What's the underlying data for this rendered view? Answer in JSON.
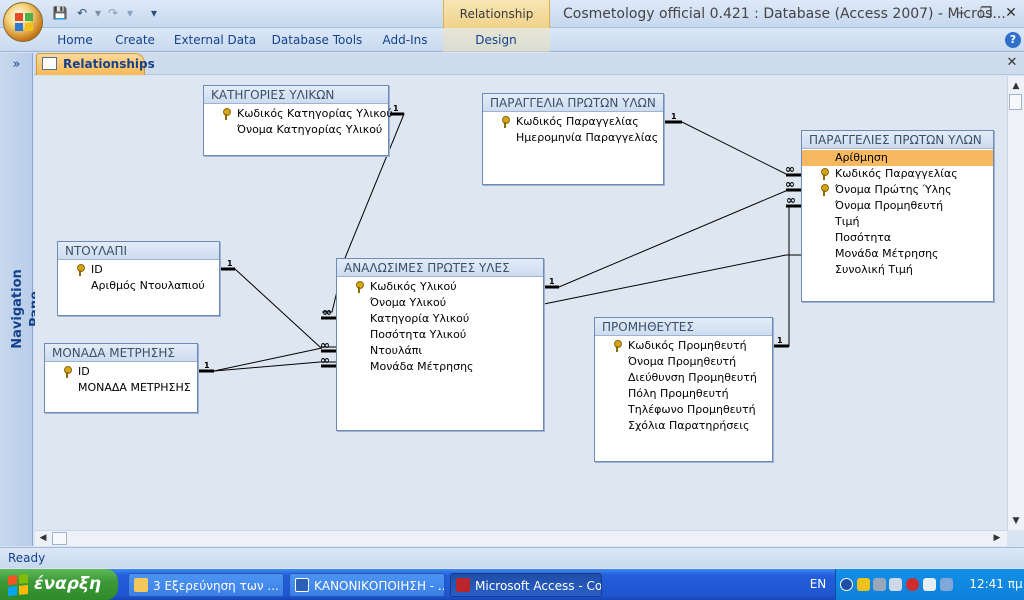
{
  "window": {
    "title": "Cosmetology official 0.421 : Database (Access 2007) - Micros...",
    "context_tab": "Relationship Tools",
    "controls": {
      "minimize": "–",
      "restore": "❐",
      "close": "✕"
    }
  },
  "quick_access": {
    "save": "💾",
    "undo": "↶",
    "redo": "↷",
    "customize": "▾"
  },
  "ribbon": {
    "tabs": [
      "Home",
      "Create",
      "External Data",
      "Database Tools",
      "Add-Ins",
      "Design"
    ],
    "help": "?"
  },
  "navigation_pane": {
    "label": "Navigation Pane",
    "toggle": "»"
  },
  "document": {
    "tab_label": "Relationships",
    "close": "✕"
  },
  "tables": [
    {
      "id": "kat",
      "title": "ΚΑΤΗΓΟΡΙΕΣ ΥΛΙΚΩΝ",
      "fields": [
        {
          "name": "Κωδικός Κατηγορίας Υλικού",
          "key": true
        },
        {
          "name": "Όνομα Κατηγορίας Υλικού",
          "key": false
        }
      ]
    },
    {
      "id": "par1",
      "title": "ΠΑΡΑΓΓΕΛΙΑ ΠΡΩΤΩΝ ΥΛΩΝ",
      "fields": [
        {
          "name": "Κωδικός Παραγγελίας",
          "key": true
        },
        {
          "name": "Ημερομηνία Παραγγελίας",
          "key": false
        }
      ]
    },
    {
      "id": "par2",
      "title": "ΠΑΡΑΓΓΕΛΙΕΣ ΠΡΩΤΩΝ ΥΛΩΝ",
      "fields": [
        {
          "name": "Αρίθμηση",
          "key": false,
          "highlight": true
        },
        {
          "name": "Κωδικός Παραγγελίας",
          "key": true
        },
        {
          "name": "Όνομα Πρώτης Ύλης",
          "key": true
        },
        {
          "name": "Όνομα Προμηθευτή",
          "key": false
        },
        {
          "name": "Τιμή",
          "key": false
        },
        {
          "name": "Ποσότητα",
          "key": false
        },
        {
          "name": "Μονάδα Μέτρησης",
          "key": false
        },
        {
          "name": "Συνολική Τιμή",
          "key": false
        }
      ]
    },
    {
      "id": "ntou",
      "title": "ΝΤΟΥΛΑΠΙ",
      "fields": [
        {
          "name": "ID",
          "key": true
        },
        {
          "name": "Αριθμός Ντουλαπιού",
          "key": false
        }
      ]
    },
    {
      "id": "anal",
      "title": "ΑΝΑΛΩΣΙΜΕΣ ΠΡΩΤΕΣ ΥΛΕΣ",
      "fields": [
        {
          "name": "Κωδικός Υλικού",
          "key": true
        },
        {
          "name": "Όνομα Υλικού",
          "key": false
        },
        {
          "name": "Κατηγορία Υλικού",
          "key": false
        },
        {
          "name": "Ποσότητα Υλικού",
          "key": false
        },
        {
          "name": "Ντουλάπι",
          "key": false
        },
        {
          "name": "Μονάδα Μέτρησης",
          "key": false
        }
      ]
    },
    {
      "id": "mon",
      "title": "ΜΟΝΑΔΑ ΜΕΤΡΗΣΗΣ",
      "fields": [
        {
          "name": "ID",
          "key": true
        },
        {
          "name": "ΜΟΝΑΔΑ ΜΕΤΡΗΣΗΣ",
          "key": false
        }
      ]
    },
    {
      "id": "prom",
      "title": "ΠΡΟΜΗΘΕΥΤΕΣ",
      "fields": [
        {
          "name": "Κωδικός Προμηθευτή",
          "key": true
        },
        {
          "name": "Όνομα Προμηθευτή",
          "key": false
        },
        {
          "name": "Διεύθυνση Προμηθευτή",
          "key": false
        },
        {
          "name": "Πόλη Προμηθευτή",
          "key": false
        },
        {
          "name": "Τηλέφωνο Προμηθευτή",
          "key": false
        },
        {
          "name": "Σχόλια Παρατηρήσεις",
          "key": false
        }
      ]
    }
  ],
  "relationship_labels": {
    "one": "1",
    "many": "∞"
  },
  "status": "Ready",
  "taskbar": {
    "start": "έναρξη",
    "items": [
      "3 Εξερεύνηση των ...",
      "ΚΑΝΟΝΙΚΟΠΟΙΗΣΗ - ...",
      "Microsoft Access - Co..."
    ],
    "language": "EN",
    "clock": "12:41 πμ"
  }
}
